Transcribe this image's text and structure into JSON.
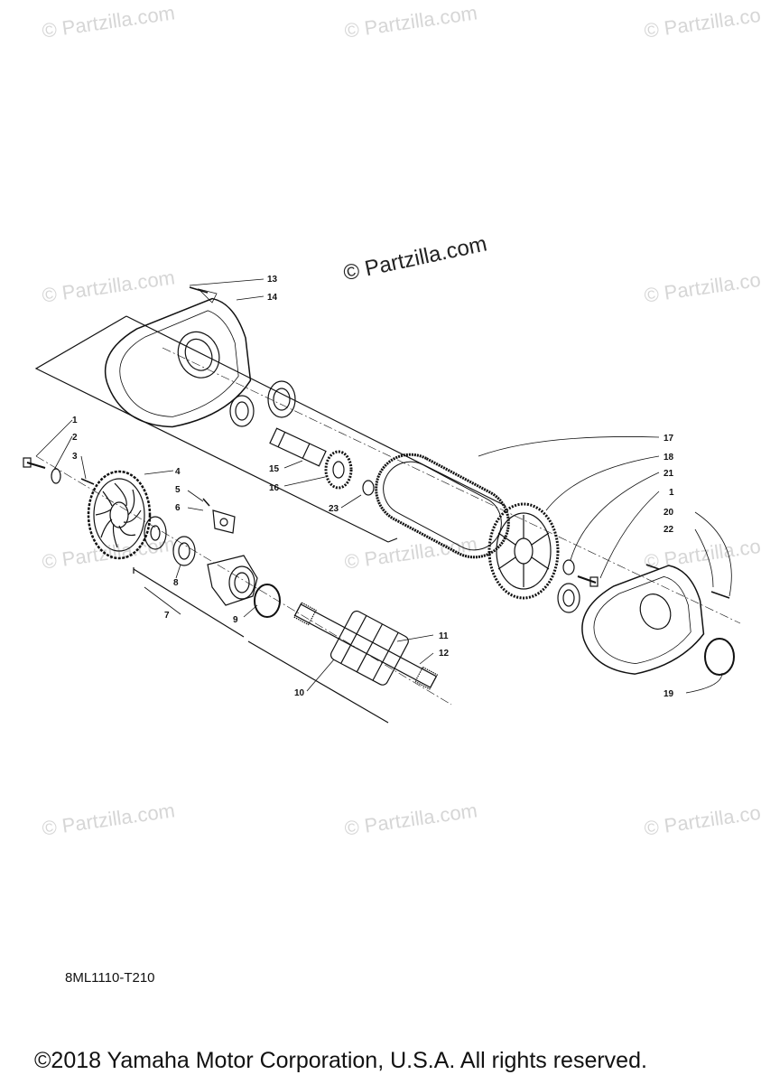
{
  "watermark": "© Partzilla.com",
  "diagram_code": "8ML1110-T210",
  "copyright": "©2018 Yamaha Motor Corporation, U.S.A. All rights reserved.",
  "callouts": [
    "1",
    "2",
    "3",
    "4",
    "5",
    "6",
    "7",
    "8",
    "9",
    "10",
    "11",
    "12",
    "13",
    "14",
    "15",
    "16",
    "17",
    "18",
    "19",
    "20",
    "21",
    "1",
    "22",
    "23"
  ]
}
